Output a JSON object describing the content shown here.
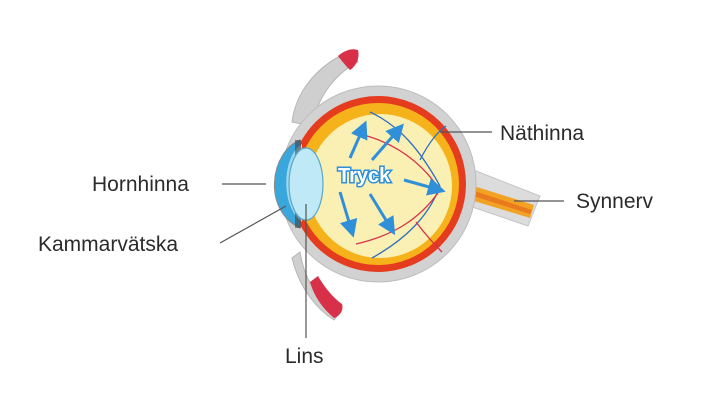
{
  "diagram": {
    "labels": {
      "hornhinna": "Hornhinna",
      "kammarvatska": "Kammarvätska",
      "lins": "Lins",
      "nathinna": "Näthinna",
      "synnerv": "Synnerv",
      "tryck": "Tryck"
    },
    "colors": {
      "background": "#ffffff",
      "sclera": "#d2d2d2",
      "choroid": "#e53b1f",
      "retina": "#f6b21a",
      "vitreous": "#fbf0b4",
      "lens": "#bfe9f6",
      "cornea": "#3aa7dc",
      "muscle": "#d9304a",
      "optic_nerve": "#f2a324",
      "arrows": "#2f8fd8",
      "leader_lines": "#555555"
    }
  }
}
